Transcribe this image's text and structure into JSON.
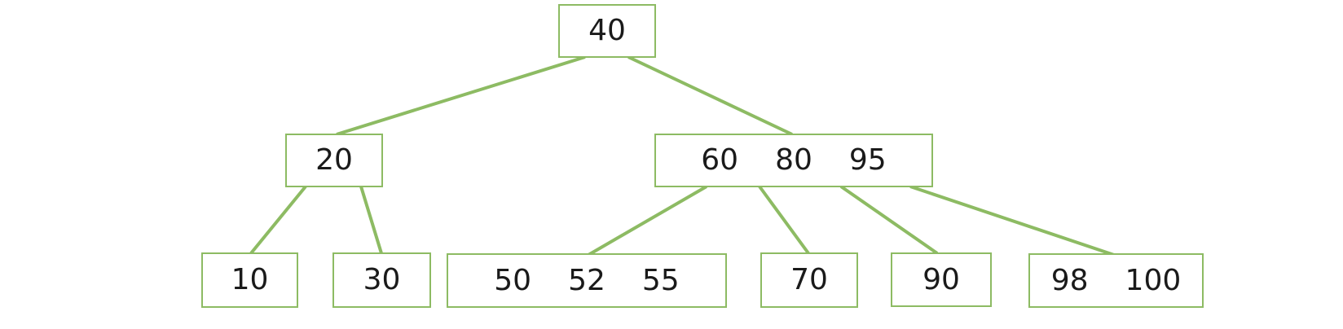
{
  "diagram": {
    "type": "b-tree",
    "colors": {
      "node_border": "#8dbb63",
      "edge": "#8dbb63",
      "text": "#1a1a1a",
      "background": "#ffffff",
      "node_fill": "#ffffff"
    },
    "nodes": [
      {
        "id": "root",
        "level": 0,
        "keys": [
          "40"
        ]
      },
      {
        "id": "internal-left",
        "level": 1,
        "keys": [
          "20"
        ]
      },
      {
        "id": "internal-right",
        "level": 1,
        "keys": [
          "60",
          "80",
          "95"
        ]
      },
      {
        "id": "leaf-1",
        "level": 2,
        "keys": [
          "10"
        ]
      },
      {
        "id": "leaf-2",
        "level": 2,
        "keys": [
          "30"
        ]
      },
      {
        "id": "leaf-3",
        "level": 2,
        "keys": [
          "50",
          "52",
          "55"
        ]
      },
      {
        "id": "leaf-4",
        "level": 2,
        "keys": [
          "70"
        ]
      },
      {
        "id": "leaf-5",
        "level": 2,
        "keys": [
          "90"
        ]
      },
      {
        "id": "leaf-6",
        "level": 2,
        "keys": [
          "98",
          "100"
        ]
      }
    ],
    "edges": [
      {
        "from": "root",
        "to": "internal-left"
      },
      {
        "from": "root",
        "to": "internal-right"
      },
      {
        "from": "internal-left",
        "to": "leaf-1"
      },
      {
        "from": "internal-left",
        "to": "leaf-2"
      },
      {
        "from": "internal-right",
        "to": "leaf-3"
      },
      {
        "from": "internal-right",
        "to": "leaf-4"
      },
      {
        "from": "internal-right",
        "to": "leaf-5"
      },
      {
        "from": "internal-right",
        "to": "leaf-6"
      }
    ]
  }
}
